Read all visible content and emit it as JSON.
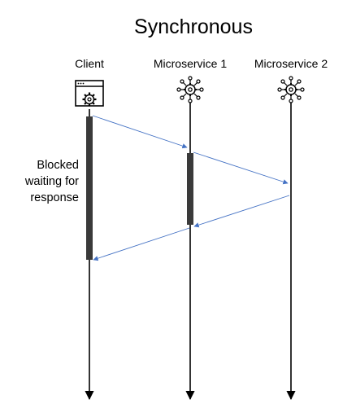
{
  "diagram": {
    "title": "Synchronous",
    "participants": [
      {
        "id": "client",
        "label": "Client",
        "icon": "browser-gear-icon"
      },
      {
        "id": "ms1",
        "label": "Microservice 1",
        "icon": "network-gear-icon"
      },
      {
        "id": "ms2",
        "label": "Microservice 2",
        "icon": "network-gear-icon"
      }
    ],
    "messages": [
      {
        "from": "client",
        "to": "ms1"
      },
      {
        "from": "ms1",
        "to": "ms2"
      },
      {
        "from": "ms2",
        "to": "ms1"
      },
      {
        "from": "ms1",
        "to": "client"
      }
    ],
    "note": {
      "lines": [
        "Blocked",
        "waiting for",
        "response"
      ]
    },
    "colors": {
      "lifeline": "#000000",
      "activation": "#3a3a3a",
      "message": "#4472c4"
    }
  }
}
